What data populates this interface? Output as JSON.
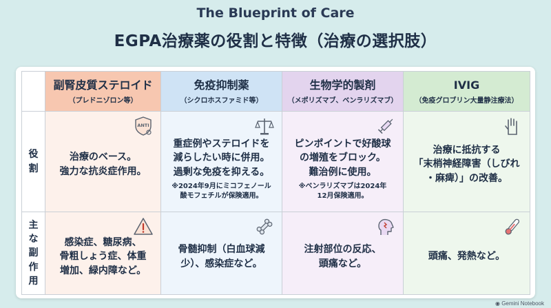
{
  "header": {
    "subtitle": "The Blueprint of Care",
    "title": "EGPA治療薬の役割と特徴（治療の選択肢）"
  },
  "columns": [
    {
      "name": "副腎皮質ステロイド",
      "sub": "（プレドニゾロン等）",
      "color": "#f7c7b0"
    },
    {
      "name": "免疫抑制薬",
      "sub": "（シクロホスファミド等）",
      "color": "#cfe3f5"
    },
    {
      "name": "生物学的製剤",
      "sub": "（メポリズマブ、ベンラリズマブ）",
      "color": "#e3d4ee"
    },
    {
      "name": "IVIG",
      "sub": "（免疫グロブリン大量静注療法）",
      "color": "#d4ebd2"
    }
  ],
  "rows": {
    "role_label_1": "役",
    "role_label_2": "割",
    "side_label_1": "主",
    "side_label_2": "な",
    "side_label_3": "副",
    "side_label_4": "作",
    "side_label_5": "用"
  },
  "role": {
    "c1_l1": "治療のベース。",
    "c1_l2": "強力な抗炎症作用。",
    "c2_l1": "重症例やステロイドを",
    "c2_l2": "減らしたい時に併用。",
    "c2_l3": "過剰な免疫を抑える。",
    "c2_note_l1": "※2024年9月にミコフェノール",
    "c2_note_l2": "酸モフェチルが保険適用。",
    "c3_l1": "ピンポイントで好酸球",
    "c3_l2": "の増殖をブロック。",
    "c3_l3": "難治例に使用。",
    "c3_note_l1": "※ベンラリズマブは2024年",
    "c3_note_l2": "12月保険適用。",
    "c4_l1": "治療に抵抗する",
    "c4_l2": "「末梢神経障害（しびれ",
    "c4_l3": "・麻痺）」の改善。"
  },
  "side_effects": {
    "c1_l1": "感染症、糖尿病、",
    "c1_l2": "骨粗しょう症、体重",
    "c1_l3": "増加、緑内障など。",
    "c2_l1": "骨髄抑制（白血球減",
    "c2_l2": "少）、感染症など。",
    "c3_l1": "注射部位の反応、",
    "c3_l2": "頭痛など。",
    "c4_l1": "頭痛、発熱など。"
  },
  "icons": {
    "anti_label": "ANTI",
    "c1_role": "anti-shield-icon",
    "c2_role": "balance-scale-icon",
    "c3_role": "syringe-icon",
    "c4_role": "hand-icon",
    "c1_side": "warning-icon",
    "c2_side": "bone-icon",
    "c3_side": "head-pain-icon",
    "c4_side": "thermometer-icon"
  },
  "footer": {
    "brand": "Gemini Notebook"
  }
}
